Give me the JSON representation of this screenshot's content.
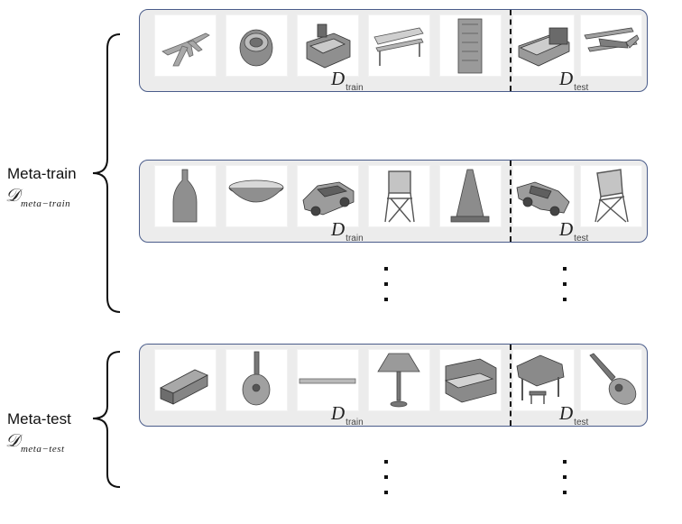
{
  "meta_train": {
    "label": "Meta-train",
    "set_symbol": "𝒟",
    "set_subscript": "meta−train"
  },
  "meta_test": {
    "label": "Meta-test",
    "set_symbol": "𝒟",
    "set_subscript": "meta−test"
  },
  "set_labels": {
    "train_symbol": "D",
    "train_subscript": "train",
    "test_symbol": "D",
    "test_subscript": "test"
  },
  "rows": [
    {
      "train_objects": [
        "airplane-icon",
        "toilet-icon",
        "sofa-bed-icon",
        "bench-icon",
        "bookshelf-icon"
      ],
      "test_objects": [
        "bed-icon",
        "biplane-icon"
      ]
    },
    {
      "train_objects": [
        "bottle-icon",
        "bowl-icon",
        "car-icon",
        "folding-chair-icon",
        "cone-icon"
      ],
      "test_objects": [
        "car-icon",
        "folding-chair-icon"
      ]
    },
    {
      "train_objects": [
        "box-icon",
        "guitar-icon",
        "plank-icon",
        "lamp-icon",
        "piano-icon"
      ],
      "test_objects": [
        "grand-piano-icon",
        "guitar-icon"
      ]
    }
  ],
  "colors": {
    "row_border": "#4a5c8a",
    "row_fill": "#ececec",
    "object_fill": "#a8a8a8"
  }
}
